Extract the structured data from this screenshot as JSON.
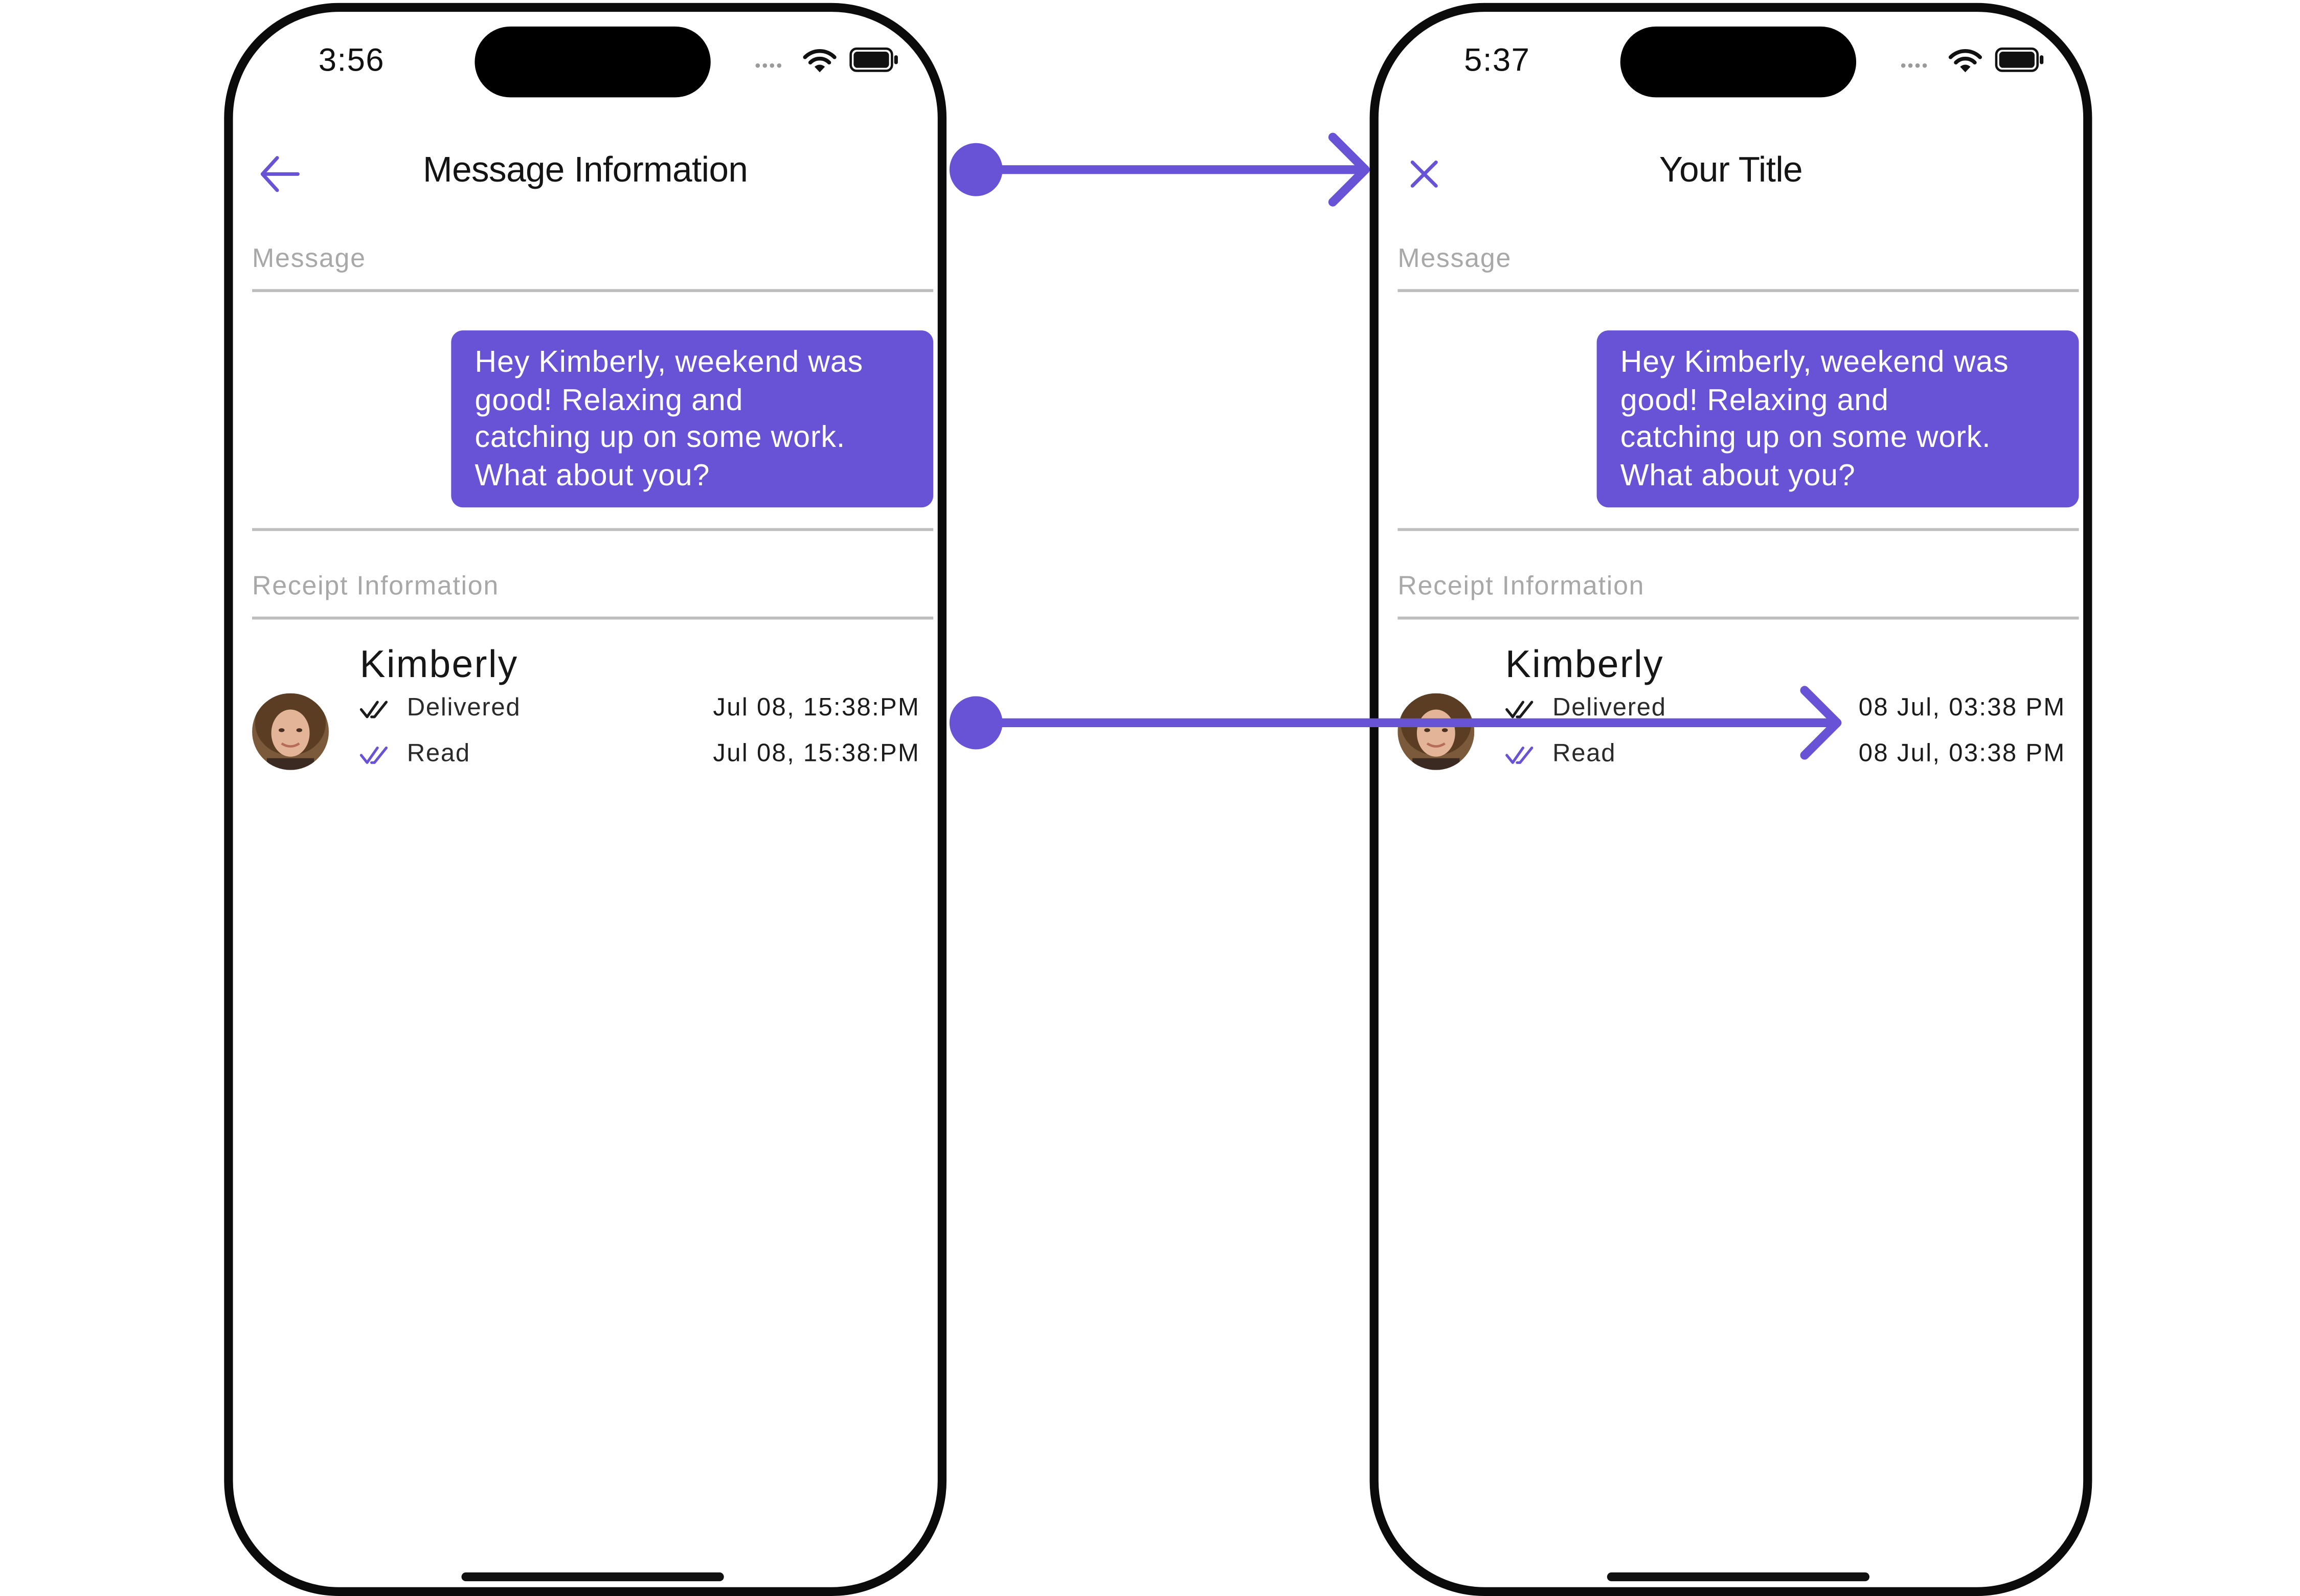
{
  "colors": {
    "accent": "#6852d6",
    "frame": "#0b0b0b",
    "divider": "#bdbdbd",
    "section_label": "#a8a8a8"
  },
  "left_screen": {
    "status": {
      "time": "3:56",
      "signal": "••••"
    },
    "header": {
      "title": "Message Information",
      "nav_icon": "back-arrow-icon"
    },
    "message_section": {
      "label": "Message",
      "bubble_text": "Hey Kimberly, weekend was\ngood!  Relaxing and\ncatching up on some work.\nWhat about you?"
    },
    "receipt_section": {
      "label": "Receipt Information",
      "receiver_name": "Kimberly",
      "delivered_label": "Delivered",
      "delivered_time": "Jul 08, 15:38:PM",
      "read_label": "Read",
      "read_time": "Jul 08, 15:38:PM"
    }
  },
  "right_screen": {
    "status": {
      "time": "5:37",
      "signal": "••••"
    },
    "header": {
      "title": "Your Title",
      "nav_icon": "close-icon"
    },
    "message_section": {
      "label": "Message",
      "bubble_text": "Hey Kimberly, weekend was\ngood!  Relaxing and\ncatching up on some work.\nWhat about you?"
    },
    "receipt_section": {
      "label": "Receipt Information",
      "receiver_name": "Kimberly",
      "delivered_label": "Delivered",
      "delivered_time": "08 Jul, 03:38 PM",
      "read_label": "Read",
      "read_time": "08 Jul, 03:38 PM"
    }
  }
}
